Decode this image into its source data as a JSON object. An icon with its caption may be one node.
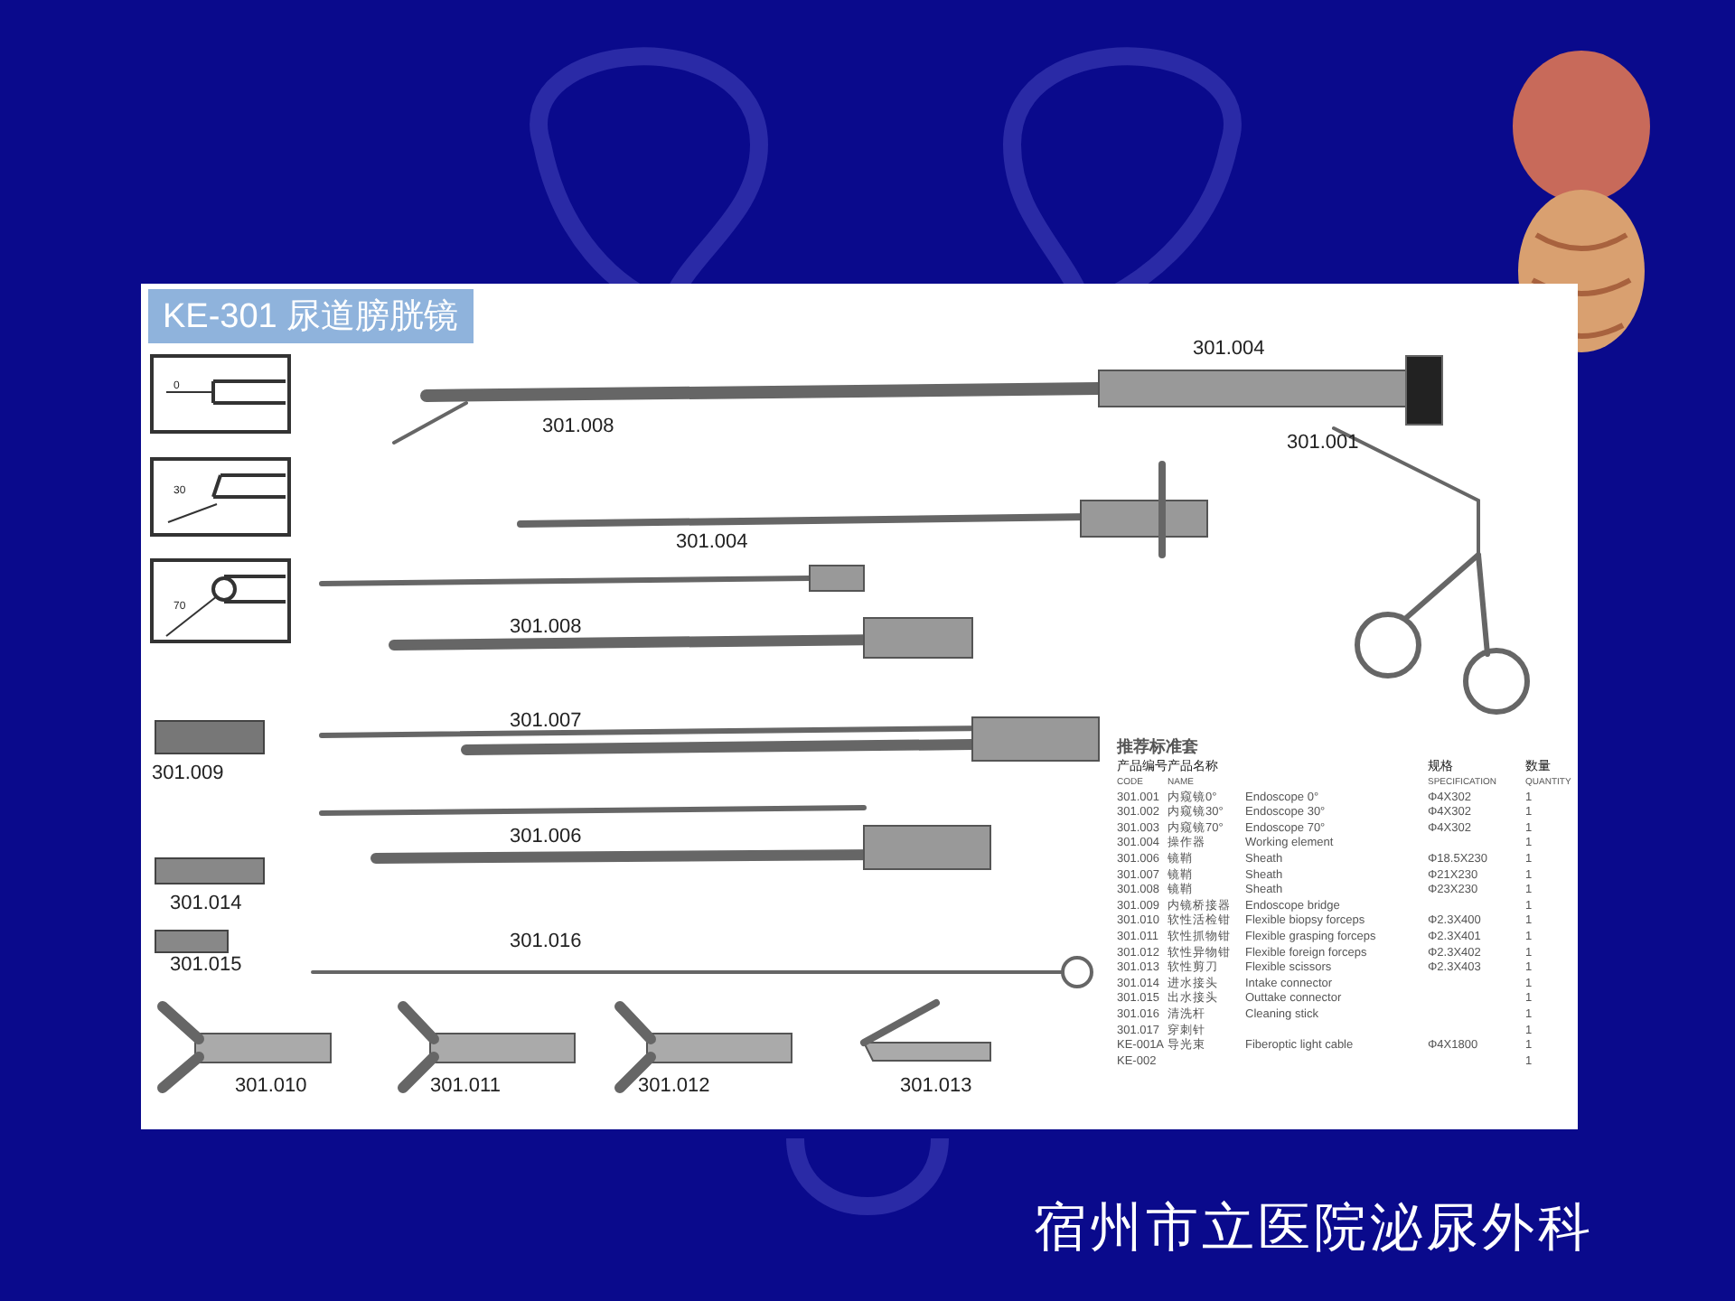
{
  "diagram": {
    "title": "KE-301 尿道膀胱镜",
    "caption": "宿州市立医院泌尿外科",
    "labels": [
      "301.004",
      "0",
      "301.008",
      "301.001",
      "30",
      "301.004",
      "70",
      "301.008",
      "301.007",
      "301.009",
      "301.006",
      "301.014",
      "301.016",
      "301.015",
      "301.010",
      "301.011",
      "301.012",
      "301.013",
      "推荐标准套",
      "产品编号",
      "产品名称",
      "规格",
      "数量",
      "CODE",
      "NAME",
      "SPECIFICATION",
      "QUANTITY",
      "301.001",
      "内窥镜0°",
      "Endoscope 0°",
      "Φ4X302",
      "1",
      "301.002",
      "内窥镜30°",
      "Endoscope 30°",
      "Φ4X302",
      "1",
      "301.003",
      "内窥镜70°",
      "Endoscope 70°",
      "Φ4X302",
      "1",
      "301.004",
      "操作器",
      "Working element",
      "1",
      "301.006",
      "镜鞘",
      "Sheath",
      "Φ18.5X230",
      "1",
      "301.007",
      "镜鞘",
      "Sheath",
      "Φ21X230",
      "1",
      "301.008",
      "镜鞘",
      "Sheath",
      "Φ23X230",
      "1",
      "301.009",
      "内镜桥接器",
      "Endoscope bridge",
      "1",
      "301.010",
      "软性活检钳",
      "Flexible biopsy forceps",
      "Φ2.3X400",
      "1",
      "301.011",
      "软性抓物钳",
      "Flexible grasping forceps",
      "Φ2.3X401",
      "1",
      "301.012",
      "软性异物钳",
      "Flexible foreign forceps",
      "Φ2.3X402",
      "1",
      "301.013",
      "软性剪刀",
      "Flexible scissors",
      "Φ2.3X403",
      "1",
      "301.014",
      "进水接头",
      "Intake connector",
      "1",
      "301.015",
      "出水接头",
      "Outtake connector",
      "1",
      "301.016",
      "清洗杆",
      "Cleaning stick",
      "1",
      "301.017",
      "穿刺针",
      "1",
      "KE-001A",
      "导光束",
      "Fiberoptic light cable",
      "Φ4X1800",
      "1",
      "KE-002",
      "1"
    ]
  }
}
